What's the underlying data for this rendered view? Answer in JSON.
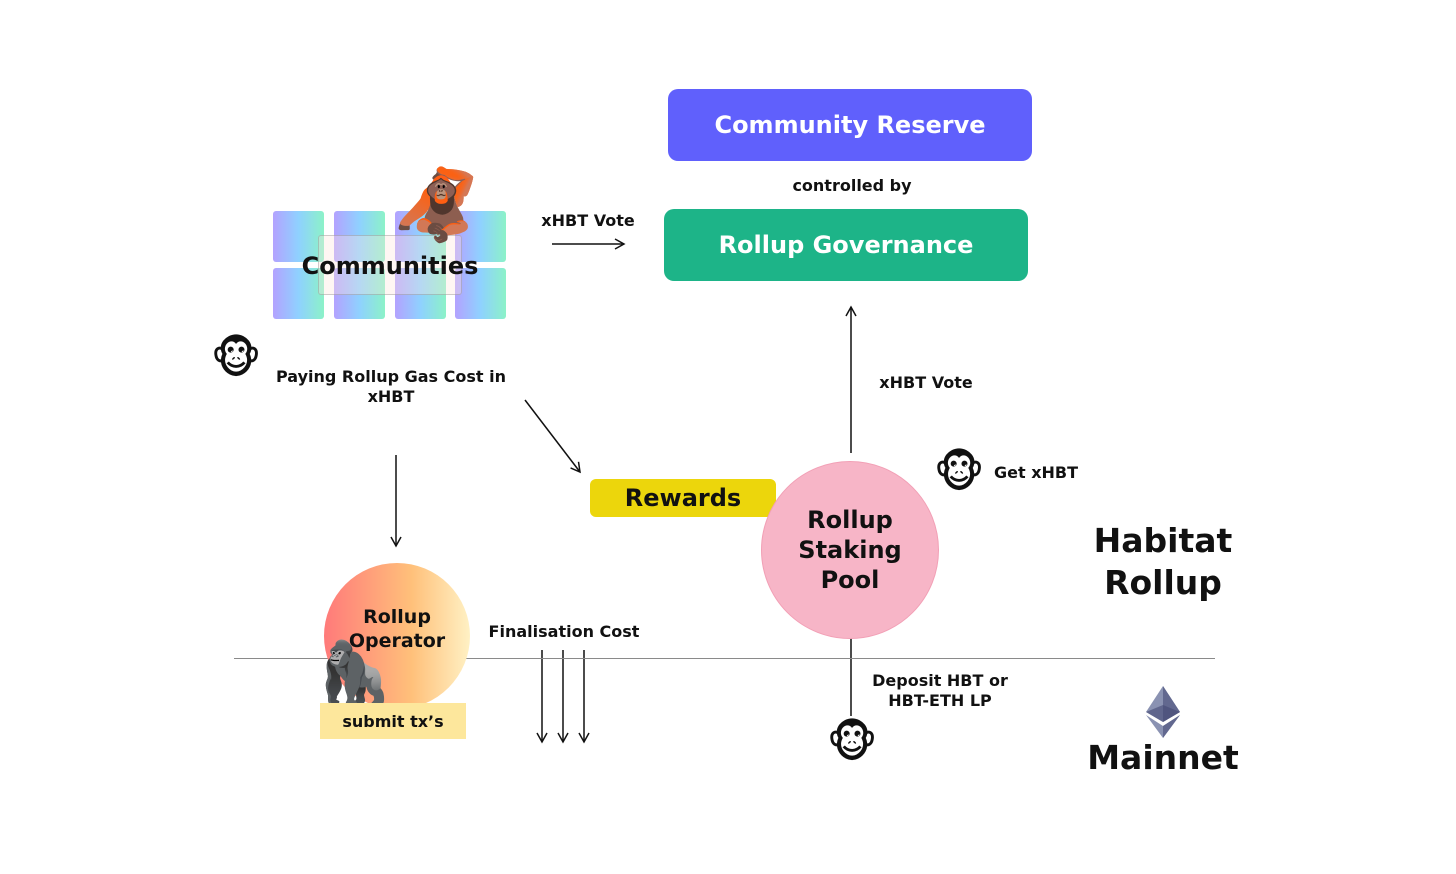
{
  "nodes": {
    "community_reserve": "Community Reserve",
    "controlled_by": "controlled by",
    "rollup_governance": "Rollup Governance",
    "communities": "Communities",
    "rewards": "Rewards",
    "staking_pool_line1": "Rollup",
    "staking_pool_line2": "Staking",
    "staking_pool_line3": "Pool",
    "operator_line1": "Rollup",
    "operator_line2": "Operator",
    "submit_txs": "submit tx’s",
    "habitat_line1": "Habitat",
    "habitat_line2": "Rollup",
    "mainnet": "Mainnet"
  },
  "edges": {
    "communities_vote": "xHBT Vote",
    "pool_vote": "xHBT Vote",
    "gas_cost_line1": "Paying Rollup Gas Cost in",
    "gas_cost_line2": "xHBT",
    "get_xhbt": "Get xHBT",
    "finalisation_cost": "Finalisation Cost",
    "deposit_line1": "Deposit HBT or",
    "deposit_line2": "HBT-ETH LP"
  },
  "icons": {
    "monkey": "🐵",
    "orangutan": "🦧",
    "gorilla": "🦍"
  },
  "colors": {
    "reserve": "#6060fc",
    "governance": "#1db488",
    "rewards": "#ecd60c",
    "staking_pool": "#f7b5c7",
    "submit": "#fde79c"
  }
}
